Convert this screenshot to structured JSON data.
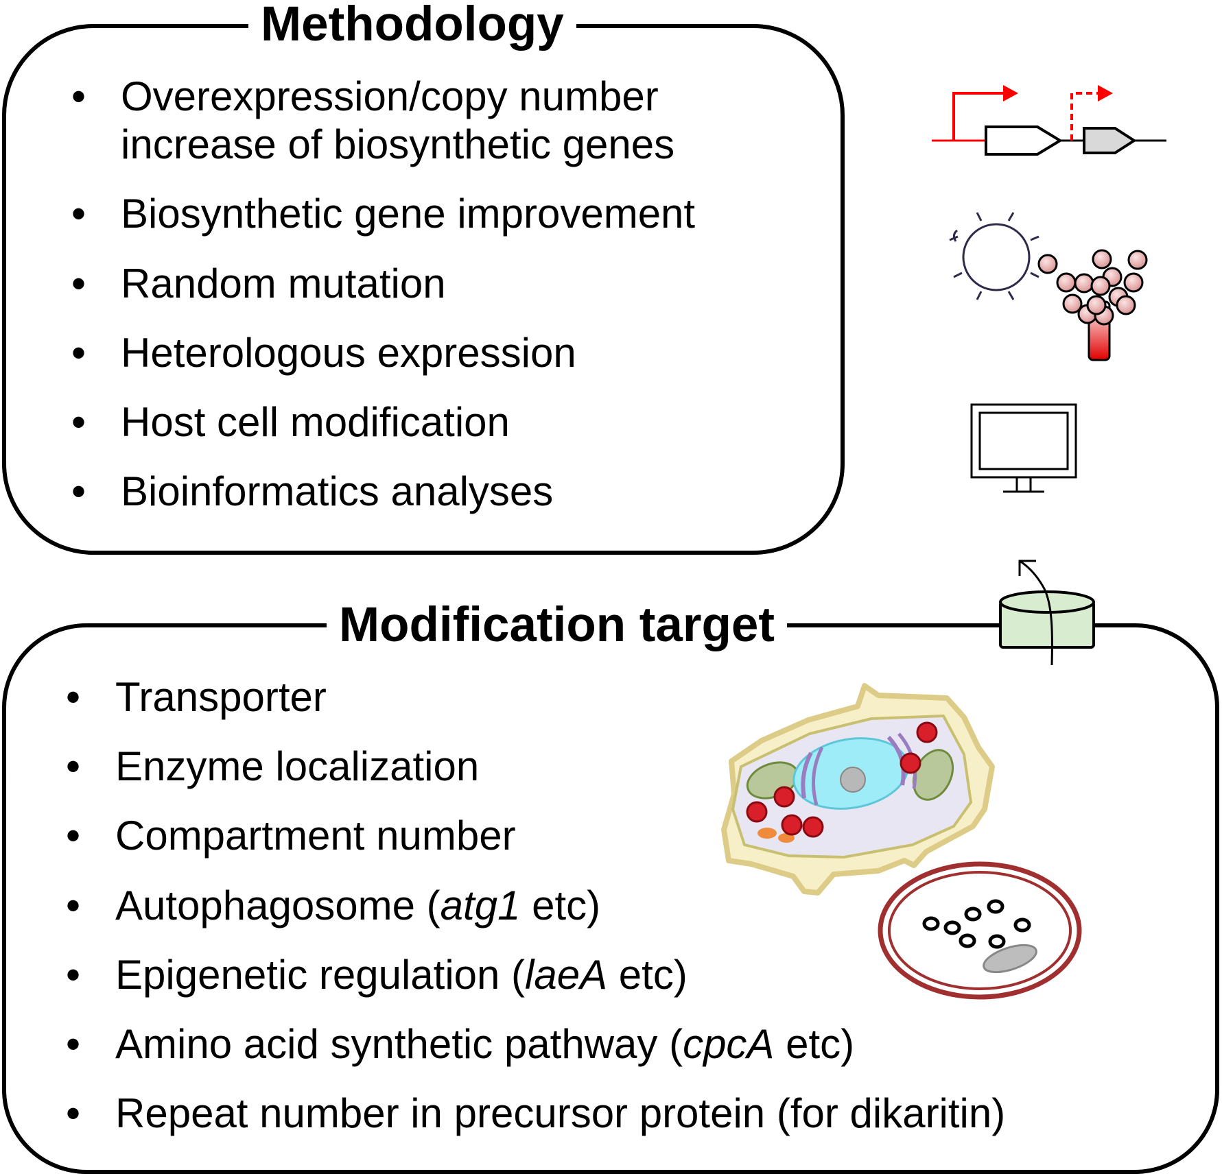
{
  "methodology": {
    "title": "Methodology",
    "items": [
      {
        "line1": "Overexpression/copy number",
        "line2": "increase of biosynthetic genes"
      },
      {
        "line1": "Biosynthetic gene improvement",
        "line2": ""
      },
      {
        "line1": "Random mutation",
        "line2": ""
      },
      {
        "line1": "Heterologous expression",
        "line2": ""
      },
      {
        "line1": "Host cell modification",
        "line2": ""
      },
      {
        "line1": "Bioinformatics analyses",
        "line2": ""
      }
    ]
  },
  "modification_target": {
    "title": "Modification target",
    "items": [
      {
        "pre": "Transporter",
        "gene": "",
        "post": ""
      },
      {
        "pre": "Enzyme localization",
        "gene": "",
        "post": ""
      },
      {
        "pre": "Compartment number",
        "gene": "",
        "post": ""
      },
      {
        "pre": "Autophagosome (",
        "gene": "atg1",
        "post": " etc)"
      },
      {
        "pre": "Epigenetic regulation (",
        "gene": "laeA",
        "post": " etc)"
      },
      {
        "pre": "Amino acid synthetic pathway (",
        "gene": "cpcA",
        "post": " etc)"
      },
      {
        "pre": "Repeat number in precursor protein (for dikaritin)",
        "gene": "",
        "post": ""
      }
    ]
  },
  "icons": [
    "gene-construct-icon",
    "uv-light-icon",
    "fungus-conidiophore-icon",
    "computer-monitor-icon",
    "transporter-icon",
    "plant-cell-icon",
    "cell-compartment-icon"
  ],
  "colors": {
    "promoter_arrow": "#ff0000",
    "conidia": "#e8a8a8",
    "transporter_fill": "#d8ecd0",
    "vacuole_ring": "#a03030",
    "nucleus": "#7fe0f0"
  }
}
